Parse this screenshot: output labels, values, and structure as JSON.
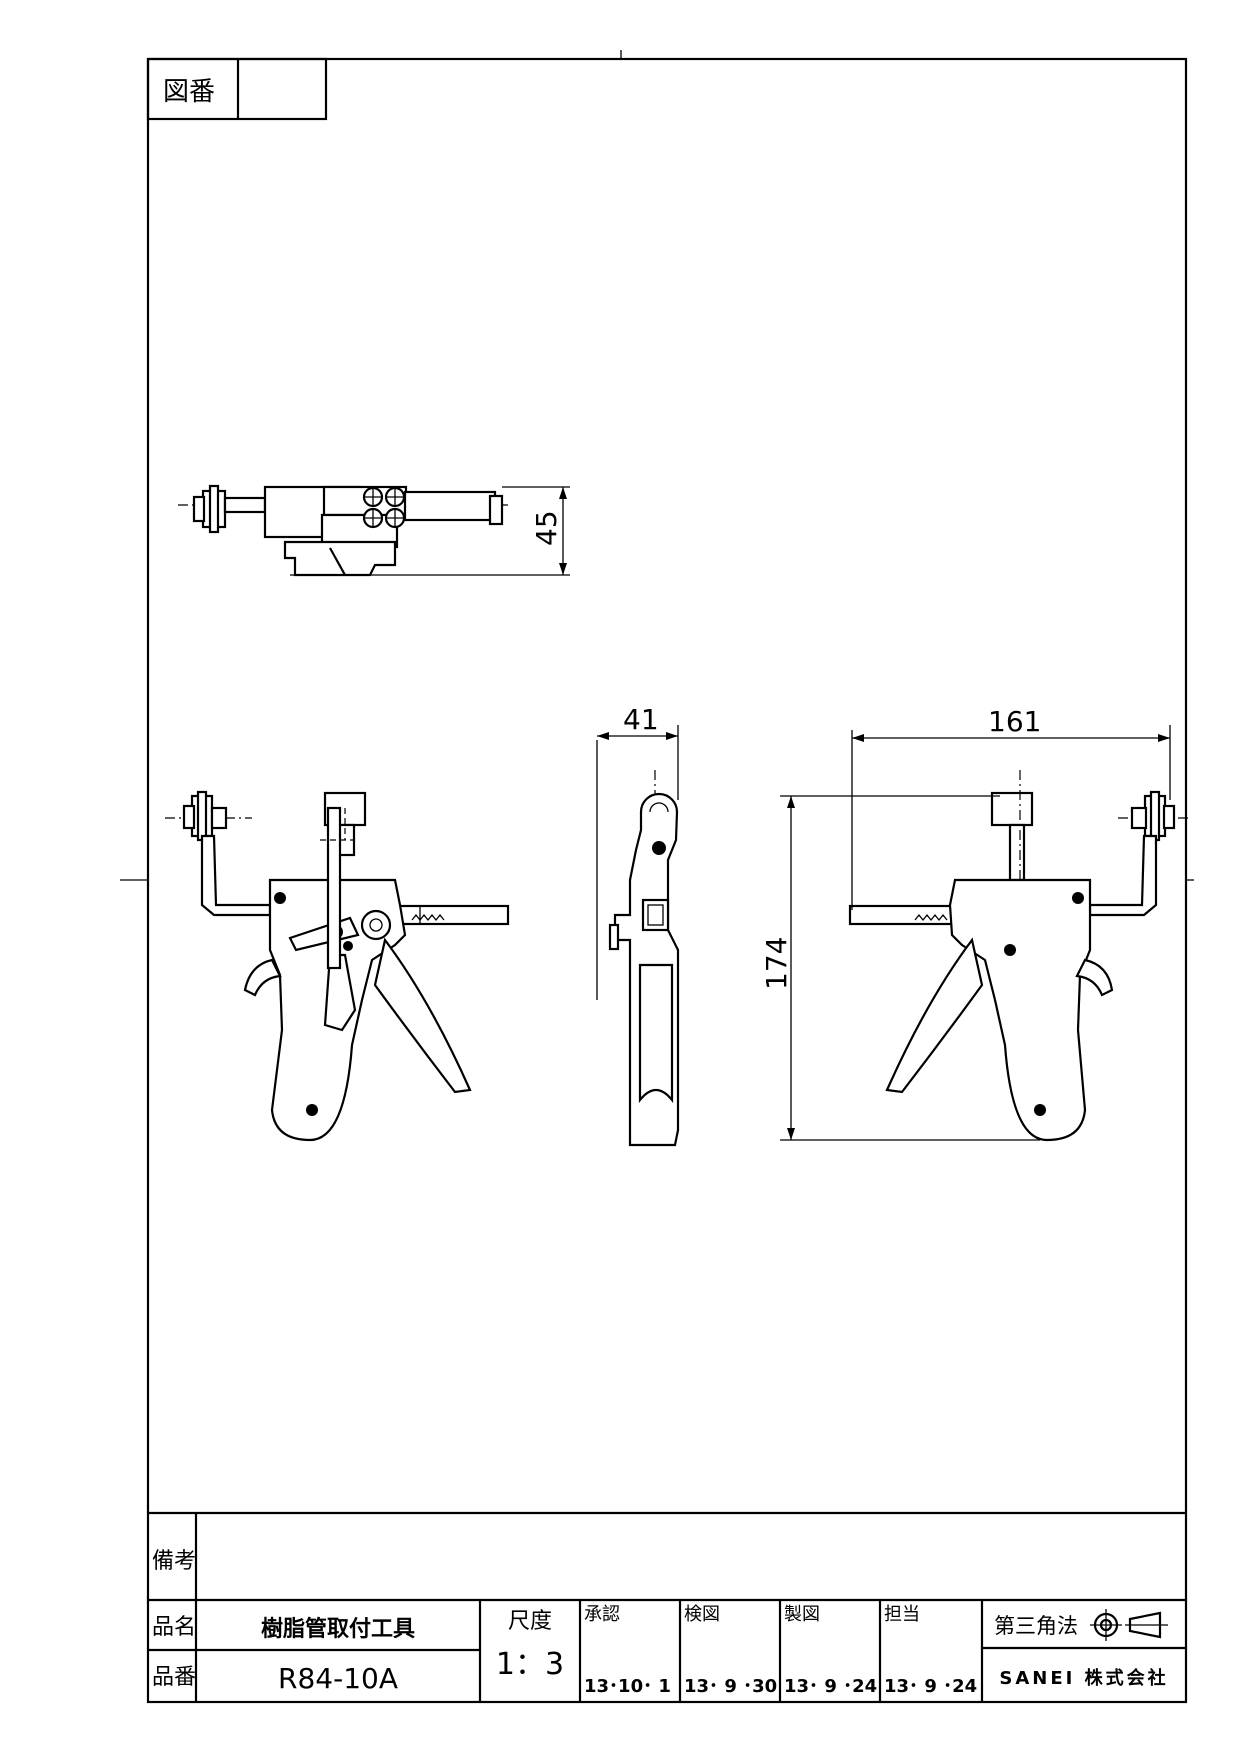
{
  "drawing_number_label": "図番",
  "drawing_number_value": "",
  "dimensions": {
    "top_height": "45",
    "side_width": "41",
    "overall_length": "161",
    "overall_height": "174"
  },
  "title_block": {
    "remarks_label": "備考",
    "remarks_value": "",
    "product_name_label": "品名",
    "product_name": "樹脂管取付工具",
    "product_number_label": "品番",
    "product_number": "R84-10A",
    "scale_label": "尺度",
    "scale": "1：3",
    "approved_label": "承認",
    "approved_date": "13･10･ 1",
    "checked_label": "検図",
    "checked_date": "13･ 9 ･30",
    "drawn_label": "製図",
    "drawn_date": "13･ 9 ･24",
    "charge_label": "担当",
    "charge_date": "13･ 9 ･24",
    "projection": "第三角法",
    "company": "SANEI 株式会社"
  }
}
